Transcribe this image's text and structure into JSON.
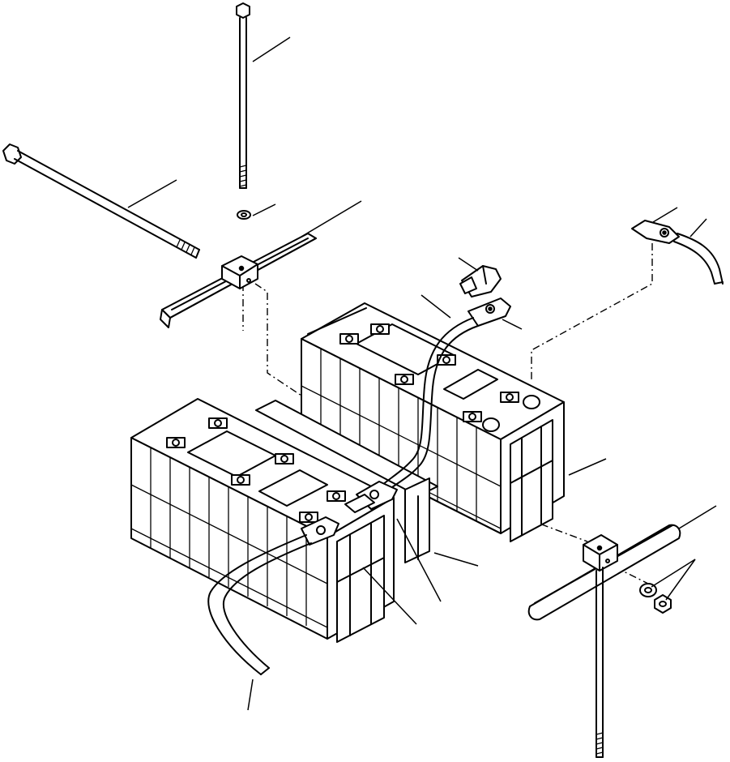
{
  "diagram": {
    "type": "exploded-parts-illustration",
    "subject": "battery-mounting-assembly",
    "line_color": "#000000",
    "background_color": "#ffffff",
    "parts": [
      "long-hook-bolt-vertical",
      "long-hook-bolt-diagonal",
      "washer",
      "hold-down-bracket-left",
      "terminal-cap",
      "battery-cable-connector-top",
      "ground-cable-clamp",
      "battery-rear",
      "battery-front",
      "battery-spacer-block",
      "main-cable-lower-left",
      "hold-down-bracket-right",
      "lock-washer",
      "nut",
      "long-hook-bolt-right"
    ]
  }
}
